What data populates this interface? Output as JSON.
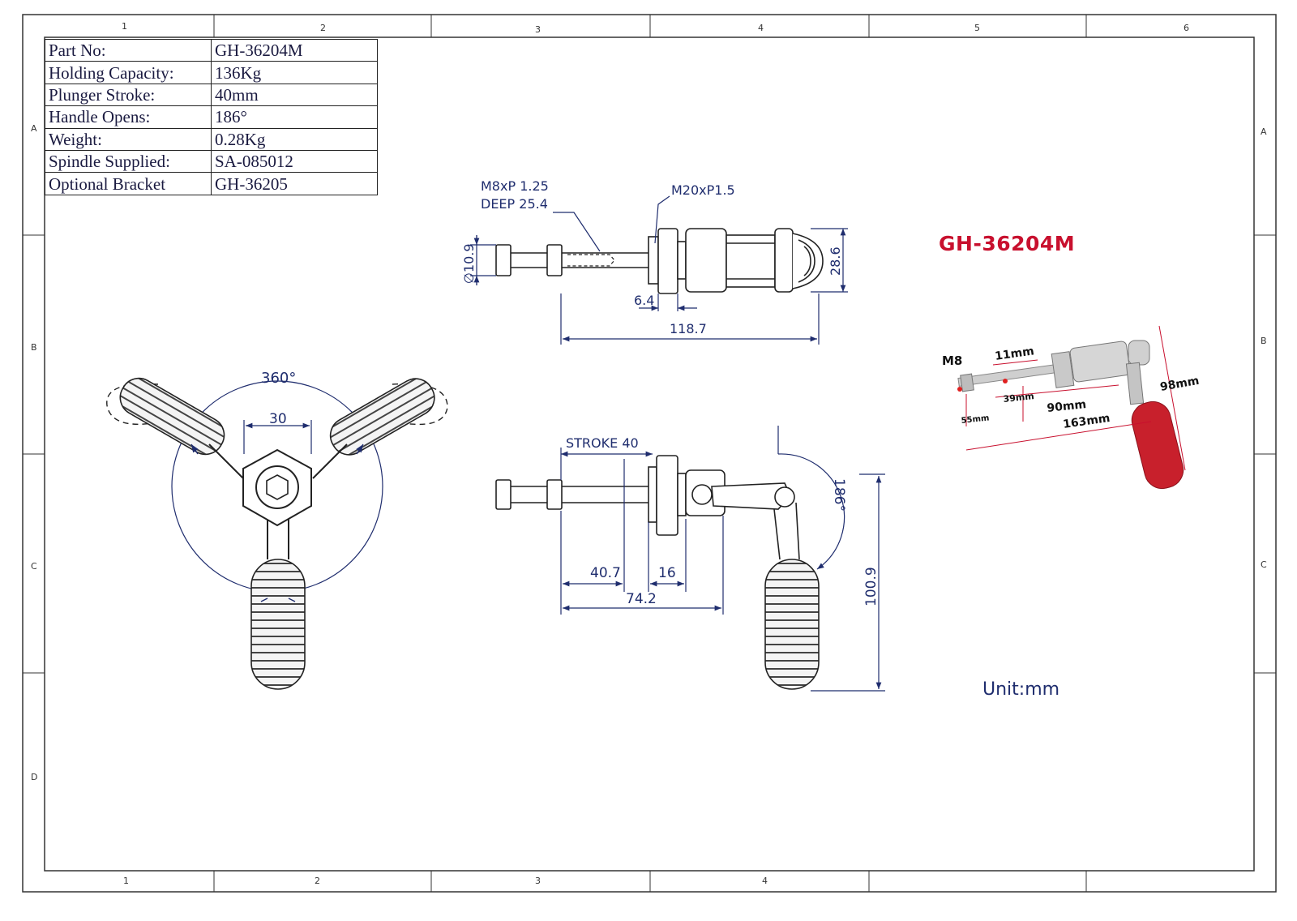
{
  "specs": [
    {
      "label": "Part No:",
      "value": "GH-36204M"
    },
    {
      "label": "Holding Capacity:",
      "value": "136Kg"
    },
    {
      "label": "Plunger Stroke:",
      "value": "40mm"
    },
    {
      "label": "Handle Opens:",
      "value": "186°"
    },
    {
      "label": "Weight:",
      "value": "0.28Kg"
    },
    {
      "label": "Spindle Supplied:",
      "value": "SA-085012"
    },
    {
      "label": "Optional Bracket",
      "value": "GH-36205"
    }
  ],
  "title": "GH-36204M",
  "unit": "Unit:mm",
  "grid": {
    "cols": [
      "1",
      "2",
      "3",
      "4",
      "5",
      "6"
    ],
    "bottom_cols": [
      "1",
      "2",
      "3",
      "4"
    ],
    "rows": [
      "A",
      "B",
      "C",
      "D"
    ]
  },
  "top_view": {
    "thread_note_1": "M8xP 1.25",
    "thread_note_2": "DEEP 25.4",
    "thread_nut": "M20xP1.5",
    "dia": "∅10.9",
    "height": "28.6",
    "offset": "6.4",
    "length": "118.7"
  },
  "end_view": {
    "angle": "360°",
    "width": "30"
  },
  "side_view": {
    "stroke": "STROKE 40",
    "angle": "186°",
    "d1": "40.7",
    "d2": "16",
    "d3": "74.2",
    "height": "100.9"
  },
  "photo": {
    "m8": "M8",
    "d11": "11mm",
    "d98": "98mm",
    "d39": "39mm",
    "d90": "90mm",
    "d55": "55mm",
    "d163": "163mm"
  },
  "colors": {
    "accent_red": "#c8102e",
    "dim_blue": "#1f2d6e",
    "grip_red": "#c8202c"
  }
}
